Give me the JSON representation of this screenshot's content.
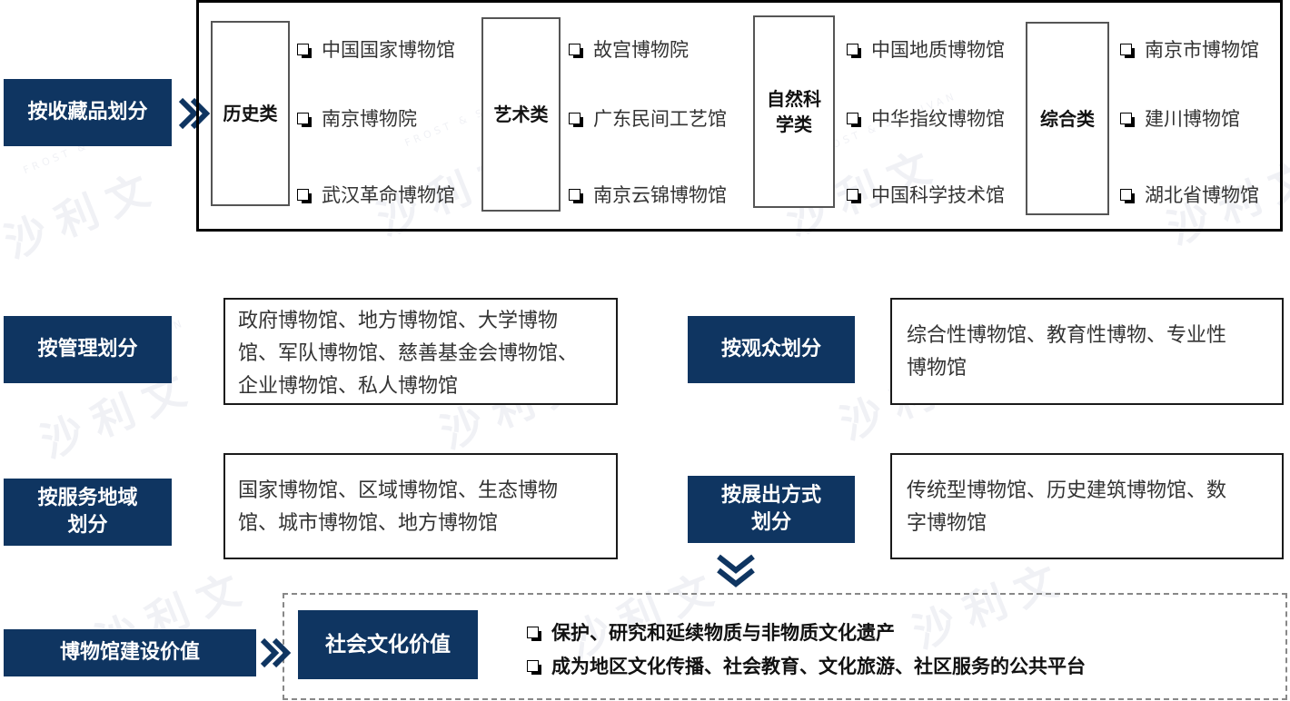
{
  "watermark": {
    "brand_cn": "沙利文",
    "brand_en": "FROST & SULLIVAN"
  },
  "collection": {
    "label": "按收藏品划分",
    "categories": [
      {
        "name": "历史类",
        "items": [
          "中国国家博物馆",
          "南京博物院",
          "武汉革命博物馆"
        ]
      },
      {
        "name": "艺术类",
        "items": [
          "故宫博物院",
          "广东民间工艺馆",
          "南京云锦博物馆"
        ]
      },
      {
        "name": "自然科学类",
        "name_lines": [
          "自然科",
          "学类"
        ],
        "items": [
          "中国地质博物馆",
          "中华指纹博物馆",
          "中国科学技术馆"
        ]
      },
      {
        "name": "综合类",
        "items": [
          "南京市博物馆",
          "建川博物馆",
          "湖北省博物馆"
        ]
      }
    ]
  },
  "management": {
    "label": "按管理划分",
    "lines": [
      "政府博物馆、地方博物馆、大学博物",
      "馆、军队博物馆、慈善基金会博物馆、",
      "企业博物馆、私人博物馆"
    ]
  },
  "audience": {
    "label": "按观众划分",
    "lines": [
      "综合性博物馆、教育性博物、专业性",
      "博物馆"
    ]
  },
  "region": {
    "label_lines": [
      "按服务地域",
      "划分"
    ],
    "lines": [
      "国家博物馆、区域博物馆、生态博物",
      "馆、城市博物馆、地方博物馆"
    ]
  },
  "exhibit": {
    "label_lines": [
      "按展出方式",
      "划分"
    ],
    "lines": [
      "传统型博物馆、历史建筑博物馆、数",
      "字博物馆"
    ]
  },
  "value": {
    "label": "博物馆建设价值",
    "center": "社会文化价值",
    "items": [
      "保护、研究和延续物质与非物质文化遗产",
      "成为地区文化传播、社会教育、文化旅游、社区服务的公共平台"
    ]
  },
  "colors": {
    "navy": "#0f3561",
    "border": "#1a1a1a"
  }
}
